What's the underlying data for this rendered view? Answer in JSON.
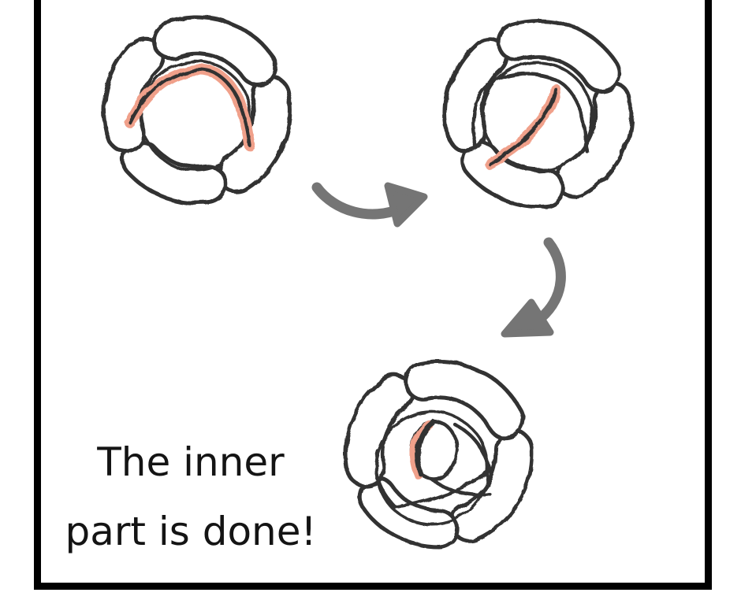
{
  "page": {
    "type": "drawing-tutorial-panel",
    "background_color": "#ffffff",
    "frame_color": "#000000"
  },
  "caption": {
    "line1": "The inner",
    "line2": "part is done!"
  },
  "colors": {
    "sketch_line": "#333333",
    "highlight": "#f0a08a",
    "arrow": "#757575",
    "caption_text": "#141414"
  },
  "illustrations": {
    "step1": {
      "name": "rose-sketch-step-1",
      "highlighted_part": "inner arch"
    },
    "step2": {
      "name": "rose-sketch-step-2",
      "highlighted_part": "inner fold curve"
    },
    "step3": {
      "name": "rose-sketch-step-3",
      "highlighted_part": "center bud crescent"
    }
  },
  "arrows": {
    "arrow1": {
      "name": "curved-arrow-right",
      "from": "step1",
      "to": "step2"
    },
    "arrow2": {
      "name": "curved-arrow-down-left",
      "from": "step2",
      "to": "step3"
    }
  }
}
